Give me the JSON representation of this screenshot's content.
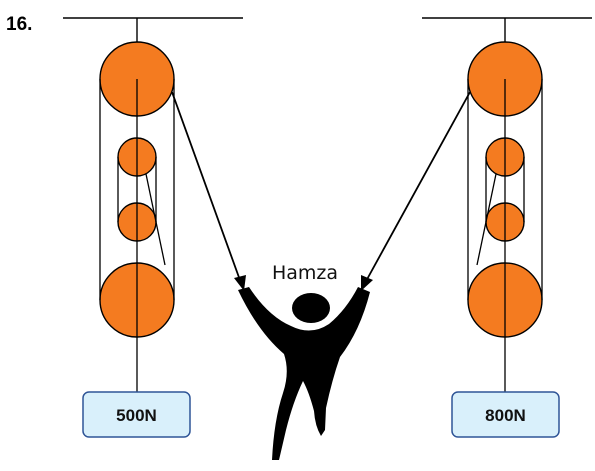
{
  "question_number": "16.",
  "person": {
    "name": "Hamza"
  },
  "left_system": {
    "load_label": "500N"
  },
  "right_system": {
    "load_label": "800N"
  },
  "colors": {
    "pulley_fill": "#f47b20",
    "load_box_fill": "#d9f0fb",
    "load_box_stroke": "#2f5597",
    "line": "#000000",
    "person": "#000000"
  }
}
